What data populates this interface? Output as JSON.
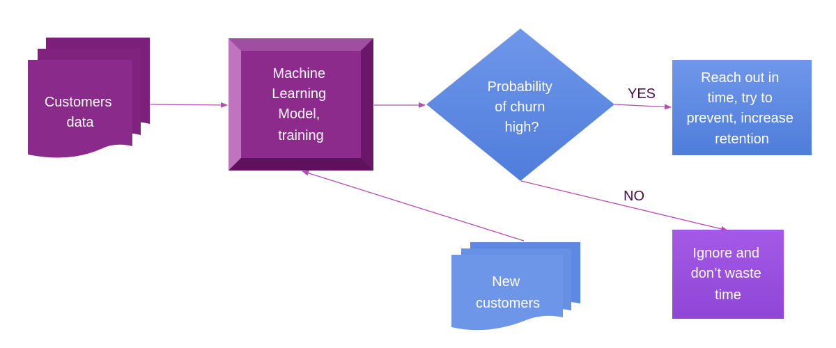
{
  "colors": {
    "purple_dark": "#7a1f7a",
    "purple_mid": "#8c2b8c",
    "purple_light": "#b84fb8",
    "blue": "#5a86e0",
    "blue_light": "#6a93e6",
    "violet": "#9b4fe0",
    "arrow": "#b44db4",
    "label": "#4a0c4a"
  },
  "nodes": {
    "customers_data": {
      "lines": [
        "Customers",
        "data"
      ]
    },
    "ml_model": {
      "lines": [
        "Machine",
        "Learning",
        "Model,",
        "training"
      ]
    },
    "decision": {
      "lines": [
        "Probability",
        "of churn",
        "high?"
      ]
    },
    "reach_out": {
      "lines": [
        "Reach out in",
        "time, try to",
        "prevent, increase",
        "retention"
      ]
    },
    "ignore": {
      "lines": [
        "Ignore and",
        "don’t waste",
        "time"
      ]
    },
    "new_customers": {
      "lines": [
        "New",
        "customers"
      ]
    }
  },
  "edges": {
    "yes_label": "YES",
    "no_label": "NO"
  }
}
